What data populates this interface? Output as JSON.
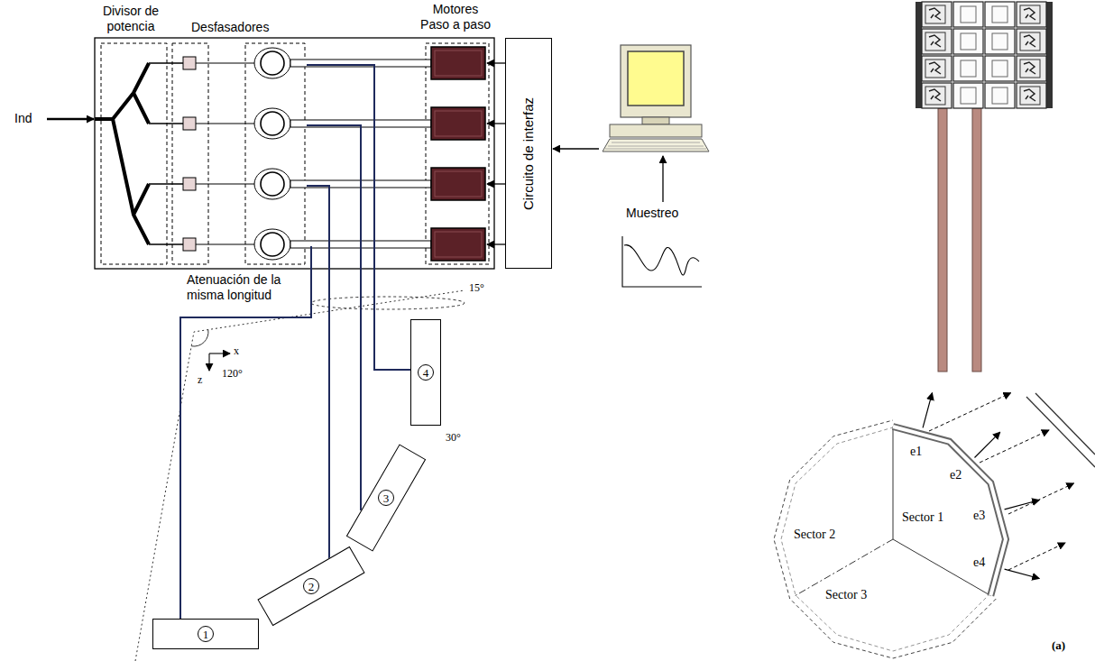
{
  "diagram": {
    "nodes": [
      {
        "text": [
          "Circuito de interfaz"
        ]
      },
      {
        "text": [
          "1"
        ]
      },
      {
        "text": [
          "2"
        ]
      },
      {
        "text": [
          "3"
        ]
      },
      {
        "text": [
          "4"
        ]
      }
    ],
    "labels": [
      "Divisor de potencia",
      "Desfasadores",
      "Motores Paso a paso",
      "Ind",
      "Atenuación de la misma longitud",
      "Muestreo",
      "15°",
      "120°",
      "x",
      "z",
      "30°",
      "Sector 2",
      "Sector 1",
      "Sector 3",
      "e1",
      "e2",
      "e3",
      "e4",
      "(a)"
    ]
  }
}
